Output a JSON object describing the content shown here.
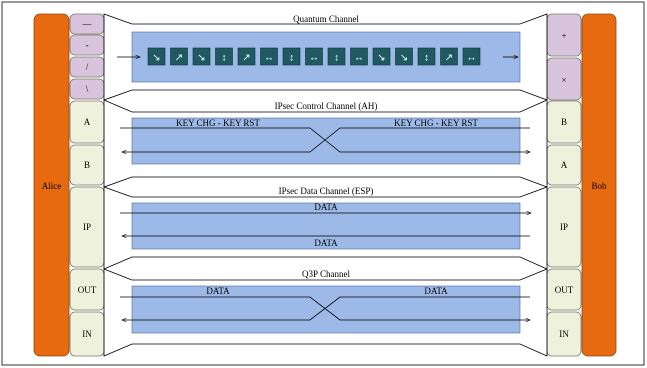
{
  "alice": {
    "label": "Alice"
  },
  "bob": {
    "label": "Bob"
  },
  "colors": {
    "endpoint": "#e86a10",
    "module": "#eef2dc",
    "module_stroke": "#7a7a6a",
    "basis": "#d8c4dc",
    "channel": "#9db9e8",
    "photon": "#1f5a63"
  },
  "alice_basis": [
    "—",
    "-",
    "/",
    "\\"
  ],
  "bob_basis": [
    "+",
    "×"
  ],
  "alice_modules": [
    "A",
    "B",
    "IP",
    "OUT",
    "IN"
  ],
  "bob_modules": [
    "B",
    "A",
    "IP",
    "OUT",
    "IN"
  ],
  "channels": {
    "quantum": {
      "title": "Quantum Channel"
    },
    "ah": {
      "title": "IPsec Control Channel (AH)",
      "label_left": "KEY CHG - KEY RST",
      "label_right": "KEY CHG - KEY RST"
    },
    "esp": {
      "title": "IPsec Data Channel (ESP)",
      "label_top": "DATA",
      "label_bottom": "DATA"
    },
    "q3p": {
      "title": "Q3P Channel",
      "label_left": "DATA",
      "label_right": "DATA"
    }
  },
  "photons": [
    "↘",
    "↗",
    "↘",
    "↕",
    "↗",
    "↔",
    "↕",
    "↔",
    "↕",
    "↔",
    "↘",
    "↘",
    "↕",
    "↗",
    "↔"
  ]
}
